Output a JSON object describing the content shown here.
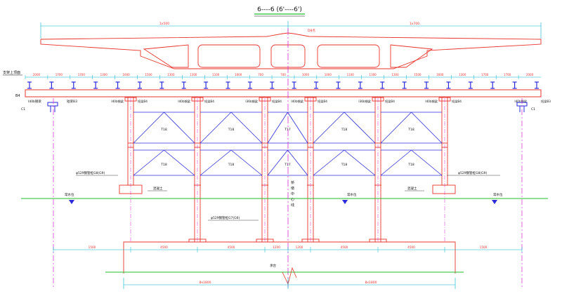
{
  "title": "6----6 (6'----6')",
  "deck_label": "D8点",
  "support_label": "支架上顶面",
  "b4_label": "B4",
  "top_dims": [
    "1x500",
    "1x700"
  ],
  "beam_spacings": [
    "2000",
    "1700",
    "1700",
    "1300",
    "1600",
    "1500",
    "1300",
    "1300",
    "1100",
    "1000",
    "700",
    "700",
    "1000",
    "1000",
    "1100",
    "1300",
    "1300",
    "1500",
    "1600",
    "1300",
    "1700",
    "1700",
    "2000"
  ],
  "cap_labels": [
    {
      "text": "I40b钢梁",
      "side": "l"
    },
    {
      "text": "短梁B4",
      "side": "r"
    },
    {
      "text": "I40b钢梁",
      "side": "l"
    },
    {
      "text": "短梁B4",
      "side": "r"
    },
    {
      "text": "I36b钢梁",
      "side": "l"
    },
    {
      "text": "短梁B4",
      "side": "r"
    },
    {
      "text": "I40b钢梁",
      "side": "l"
    },
    {
      "text": "短梁B4",
      "side": "r"
    },
    {
      "text": "I36b钢梁",
      "side": "l"
    },
    {
      "text": "短梁B4",
      "side": "r"
    },
    {
      "text": "I40b钢梁",
      "side": "l"
    },
    {
      "text": "短梁B4",
      "side": "r"
    },
    {
      "text": "I40b钢梁",
      "side": "l"
    },
    {
      "text": "短梁B3",
      "side": "r"
    }
  ],
  "left_end_labels": [
    "I40b钢梁",
    "短梁B3",
    "C1"
  ],
  "right_end_labels": [
    "C1"
  ],
  "truss_labels": [
    "T18",
    "T18",
    "T17",
    "T18",
    "T18",
    "T18",
    "T18",
    "T17",
    "T18",
    "T18"
  ],
  "pipe_pile_label_left": "φ529钢管桩G8(G9)",
  "pipe_pile_label_right": "φ529钢管桩G8(G9)",
  "pipe_pile_label_bottom": "φ529钢管桩G7(G6)",
  "water_labels": [
    "常水位",
    "常水位",
    "常水位"
  ],
  "base_labels": [
    "混凝土",
    "混凝土"
  ],
  "centerline_label": [
    "桥",
    "墩",
    "中",
    "心",
    "线"
  ],
  "bottom_dims": [
    "1500",
    "4500",
    "4500",
    "1200",
    "1200",
    "4500",
    "4500",
    "1500"
  ],
  "ground_label": "承台",
  "total_dims": [
    "8x1800",
    "8x1800"
  ],
  "colors": {
    "red": "#e8342c",
    "blue": "#2b2bdc",
    "cyan": "#00b4c8",
    "green": "#22c02a",
    "magenta": "#d22bd2",
    "black": "#111111"
  }
}
